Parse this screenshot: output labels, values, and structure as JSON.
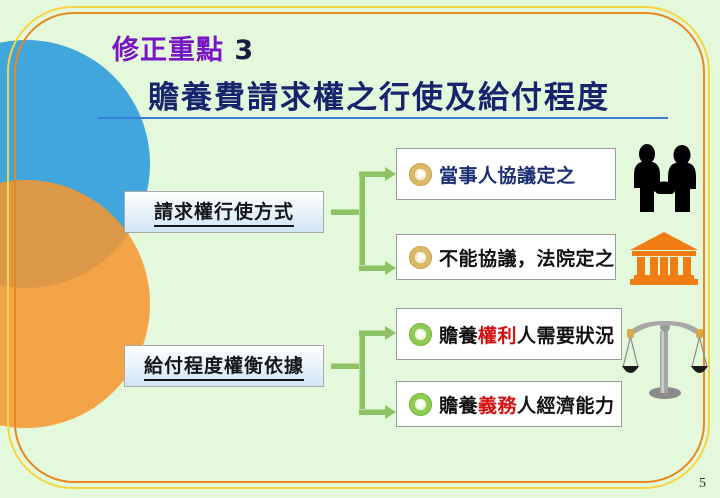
{
  "slide": {
    "heading_sub_text": "修正重點",
    "heading_sub_number": "3",
    "heading_main": "贍養費請求權之行使及給付程度",
    "page_number": "5",
    "background_color": "#e4f8dc",
    "accent_colors": {
      "heading_sub": "#7a15c4",
      "heading_main": "#16246e",
      "title_rule": "#3a7fd5",
      "connector": "#8dc265",
      "frame_outer": "#f6d543",
      "frame_inner": "#e8871e",
      "highlight_red": "#d40f10",
      "circle_blue": "#299adc",
      "circle_orange": "#f5962d"
    }
  },
  "diagram": {
    "branches": [
      {
        "parent_label": "請求權行使方式",
        "children": [
          {
            "icon": "play-circle-gold-icon",
            "segments": [
              {
                "text": "當事人協議定之",
                "style": "navy"
              }
            ],
            "illustration": "handshake-icon"
          },
          {
            "icon": "play-circle-gold-icon",
            "segments": [
              {
                "text": "不能協議，法院定之",
                "style": "black"
              }
            ],
            "illustration": "courthouse-icon"
          }
        ]
      },
      {
        "parent_label": "給付程度權衡依據",
        "children": [
          {
            "icon": "play-circle-green-icon",
            "segments": [
              {
                "text": "贍養",
                "style": "black"
              },
              {
                "text": "權利",
                "style": "red"
              },
              {
                "text": "人需要狀況",
                "style": "black"
              }
            ],
            "illustration": "scales-of-justice-icon"
          },
          {
            "icon": "play-circle-green-icon",
            "segments": [
              {
                "text": "贍養",
                "style": "black"
              },
              {
                "text": "義務",
                "style": "red"
              },
              {
                "text": "人經濟能力",
                "style": "black"
              }
            ],
            "illustration": "scales-of-justice-icon"
          }
        ]
      }
    ]
  }
}
